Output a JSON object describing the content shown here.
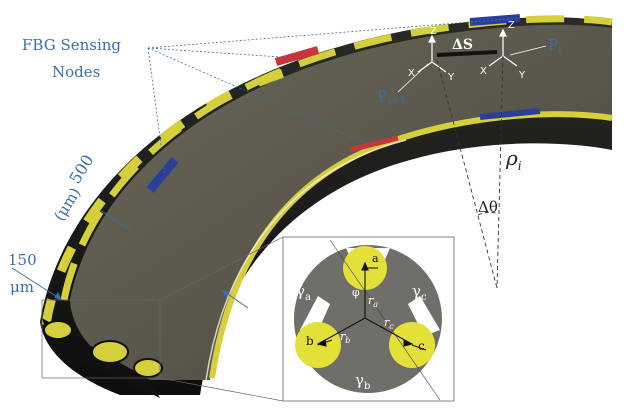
{
  "labels": {
    "fbg_line1": "FBG Sensing",
    "fbg_line2": "Nodes",
    "width_value": "500",
    "width_unit": "(μm)",
    "gap_value": "150",
    "gap_unit": "μm",
    "delta_s": "ΔS",
    "p_i": "P",
    "p_i_sub": "i",
    "p_i1": "P",
    "p_i1_sub": "i+1",
    "rho": "ρ",
    "rho_sub": "i",
    "delta_theta": "Δθ",
    "gamma_a": "γ",
    "gamma_a_sub": "a",
    "gamma_b": "γ",
    "gamma_b_sub": "b",
    "gamma_c": "γ",
    "gamma_c_sub": "c",
    "core_a": "a",
    "core_b": "b",
    "core_c": "c",
    "r_a": "r",
    "r_a_sub": "a",
    "r_b": "r",
    "r_b_sub": "b",
    "r_c": "r",
    "r_c_sub": "c",
    "phi": "φ",
    "axis_z": "Z",
    "axis_x": "X",
    "axis_y": "Y"
  },
  "colors": {
    "tube_body": "#58564a",
    "tube_edge": "#1a1a1a",
    "fiber_yellow": "#d4cf3a",
    "fbg_red": "#c8353a",
    "fbg_blue": "#2b3f9a",
    "annotation_blue": "#3b6ea8",
    "inset_bg": "#d8d8d8",
    "inset_gray": "#6f6e68"
  }
}
